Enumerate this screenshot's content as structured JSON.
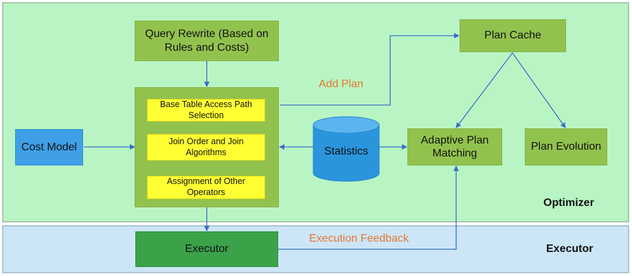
{
  "sections": {
    "optimizer": "Optimizer",
    "executor": "Executor"
  },
  "nodes": {
    "query_rewrite": "Query Rewrite (Based on Rules and Costs)",
    "base_table": "Base Table Access Path Selection",
    "join_order": "Join Order and Join Algorithms",
    "assignment": "Assignment of Other Operators",
    "cost_model": "Cost Model",
    "statistics": "Statistics",
    "plan_cache": "Plan Cache",
    "adaptive_plan": "Adaptive Plan Matching",
    "plan_evolution": "Plan Evolution",
    "executor": "Executor"
  },
  "edge_labels": {
    "add_plan": "Add Plan",
    "execution_feedback": "Execution Feedback"
  },
  "colors": {
    "optimizer_bg": "#b9f5c4",
    "executor_bg": "#cce6f8",
    "node_green": "#92c24e",
    "node_yellow": "#ffff33",
    "node_blue": "#3f9fe6",
    "node_dark_green": "#3ba24a",
    "arrow": "#3a6fc4",
    "edge_label": "#e8772e"
  }
}
